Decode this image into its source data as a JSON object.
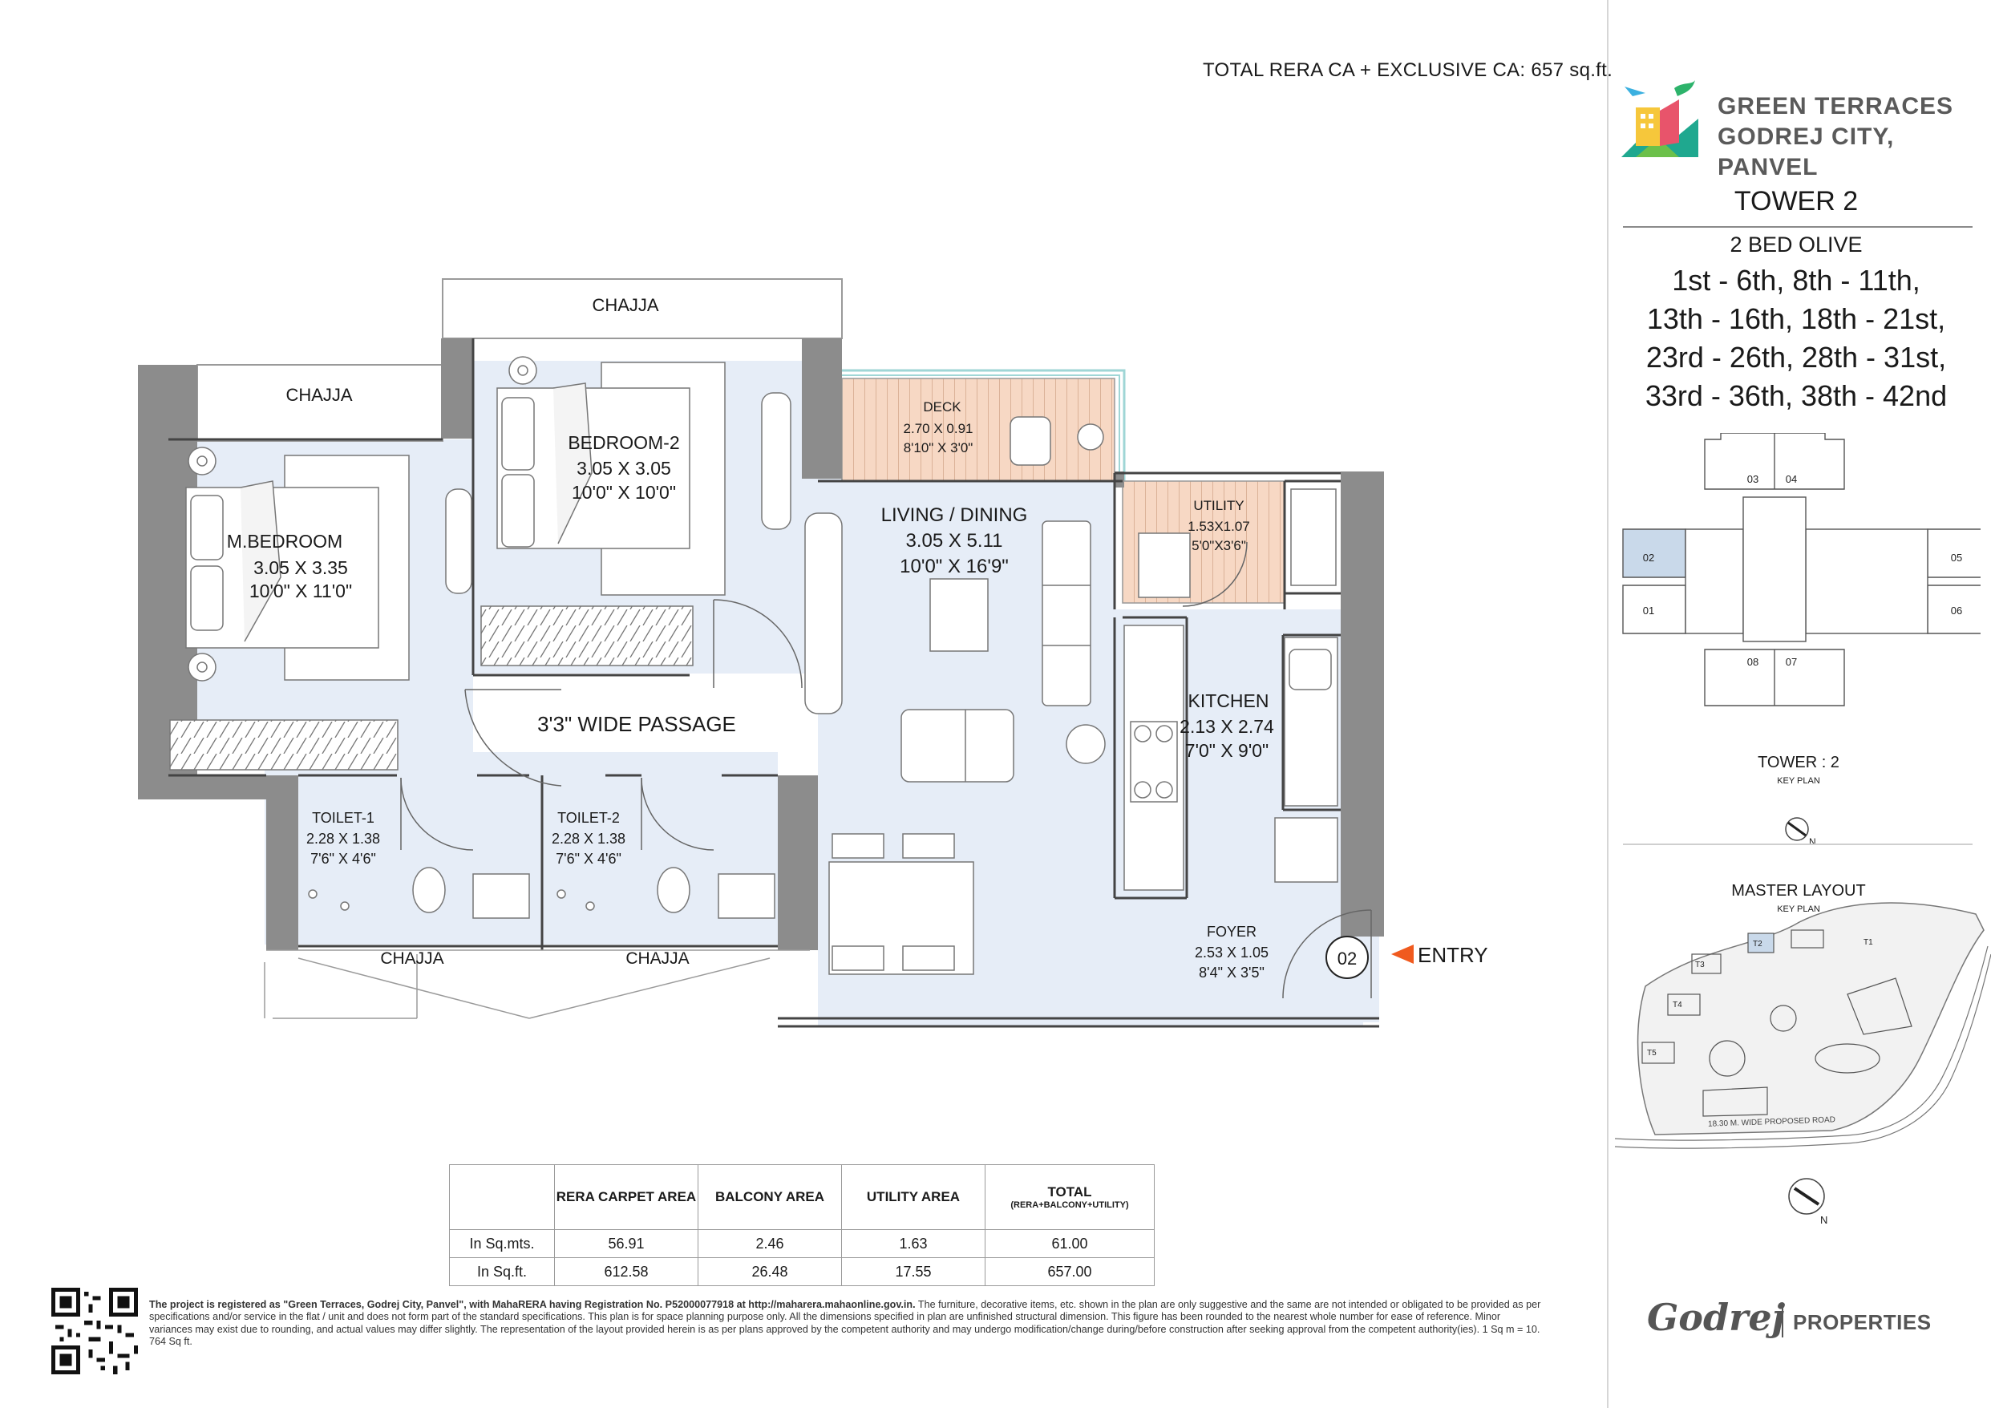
{
  "header": {
    "total_area": "TOTAL RERA CA + EXCLUSIVE CA: 657 sq.ft."
  },
  "brand": {
    "line1": "GREEN TERRACES",
    "line2": "GODREJ CITY, PANVEL"
  },
  "tower": {
    "title": "TOWER 2",
    "unit_type": "2 BED OLIVE",
    "floors": [
      "1st - 6th, 8th - 11th,",
      "13th - 16th, 18th - 21st,",
      "23rd - 26th, 28th - 31st,",
      "33rd - 36th, 38th - 42nd"
    ]
  },
  "keyplan": {
    "title": "TOWER : 2",
    "subtitle": "KEY PLAN",
    "units": [
      "01",
      "02",
      "03",
      "04",
      "05",
      "06",
      "07",
      "08"
    ],
    "highlighted": "02",
    "highlight_color": "#c9d9ea"
  },
  "master_layout": {
    "title": "MASTER LAYOUT",
    "subtitle": "KEY PLAN",
    "towers": [
      "T1",
      "T2",
      "T3",
      "T4",
      "T5"
    ],
    "road": "18.30 M. WIDE PROPOSED ROAD"
  },
  "compass": {
    "north": "N"
  },
  "rooms": {
    "m_bedroom": {
      "name": "M.BEDROOM",
      "metric": "3.05 X 3.35",
      "imperial": "10'0\" X 11'0\""
    },
    "bedroom2": {
      "name": "BEDROOM-2",
      "metric": "3.05 X 3.05",
      "imperial": "10'0\" X 10'0\""
    },
    "deck": {
      "name": "DECK",
      "metric": "2.70 X 0.91",
      "imperial": "8'10\" X 3'0\""
    },
    "living": {
      "name": "LIVING / DINING",
      "metric": "3.05 X 5.11",
      "imperial": "10'0\" X 16'9\""
    },
    "utility": {
      "name": "UTILITY",
      "metric": "1.53X1.07",
      "imperial": "5'0\"X3'6\""
    },
    "kitchen": {
      "name": "KITCHEN",
      "metric": "2.13 X 2.74",
      "imperial": "7'0\" X 9'0\""
    },
    "passage": {
      "name": "3'3\" WIDE PASSAGE"
    },
    "toilet1": {
      "name": "TOILET-1",
      "metric": "2.28 X 1.38",
      "imperial": "7'6\" X 4'6\""
    },
    "toilet2": {
      "name": "TOILET-2",
      "metric": "2.28 X 1.38",
      "imperial": "7'6\" X 4'6\""
    },
    "foyer": {
      "name": "FOYER",
      "metric": "2.53 X 1.05",
      "imperial": "8'4\" X 3'5\""
    }
  },
  "plan_labels": {
    "chajja": "CHAJJA",
    "unit_no": "02",
    "entry": "ENTRY"
  },
  "colors": {
    "floor": "#e6edf7",
    "wall": "#8c8c8c",
    "deck": "#f7d8c4",
    "entry_arrow": "#f05a1e",
    "logo_green": "#2db36b"
  },
  "area_table": {
    "headers": [
      "RERA CARPET AREA",
      "BALCONY AREA",
      "UTILITY AREA",
      "TOTAL"
    ],
    "total_note": "(RERA+BALCONY+UTILITY)",
    "rows": [
      {
        "unit": "In Sq.mts.",
        "values": [
          "56.91",
          "2.46",
          "1.63",
          "61.00"
        ]
      },
      {
        "unit": "In Sq.ft.",
        "values": [
          "612.58",
          "26.48",
          "17.55",
          "657.00"
        ]
      }
    ]
  },
  "disclaimer": {
    "bold": "The project is registered as \"Green Terraces, Godrej City, Panvel\", with MahaRERA having Registration No. P52000077918 at http://maharera.mahaonline.gov.in.",
    "text": " The furniture, decorative items, etc. shown in the plan are only suggestive and the same are not intended or obligated to be provided as per specifications and/or service in the flat / unit and does not form part of the standard specifications. This plan is for space planning purpose only. All the dimensions specified in plan are unfinished structural dimension. This figure has been rounded to the nearest whole number for ease of reference. Minor variances may exist due to rounding, and actual values may differ slightly. The representation of the layout provided herein is as per plans approved by the competent authority and may undergo modification/change during/before construction after seeking approval from the competent authority(ies). 1 Sq m = 10. 764 Sq ft."
  },
  "footer": {
    "godrej": "Godrej",
    "properties": "PROPERTIES"
  }
}
